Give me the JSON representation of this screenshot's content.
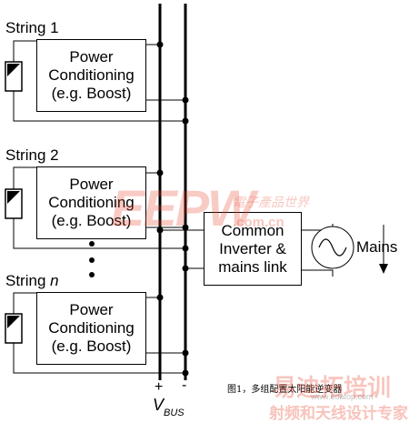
{
  "strings": [
    {
      "label": "String 1",
      "box": [
        "Power",
        "Conditioning",
        "(e.g. Boost)"
      ]
    },
    {
      "label": "String 2",
      "box": [
        "Power",
        "Conditioning",
        "(e.g. Boost)"
      ]
    },
    {
      "label": "String n",
      "box": [
        "Power",
        "Conditioning",
        "(e.g. Boost)"
      ]
    }
  ],
  "inverter": [
    "Common",
    "Inverter &",
    "mains link"
  ],
  "mains_label": "Mains",
  "bus": {
    "plus": "+",
    "minus": "-",
    "v": "V",
    "sub": "BUS"
  },
  "caption": "图1，多组配置太阳能逆变器",
  "watermark": {
    "logo": "EEPW",
    "site": ".com.cn",
    "cn_name": "電子產品世界",
    "bottom_cn": "射频和天线设计专家",
    "bottom_brand": "易迪拓培训",
    "bottom_site": "www.edatop.com"
  },
  "colors": {
    "line": "#000000",
    "watermark_red": "#e8472f"
  }
}
